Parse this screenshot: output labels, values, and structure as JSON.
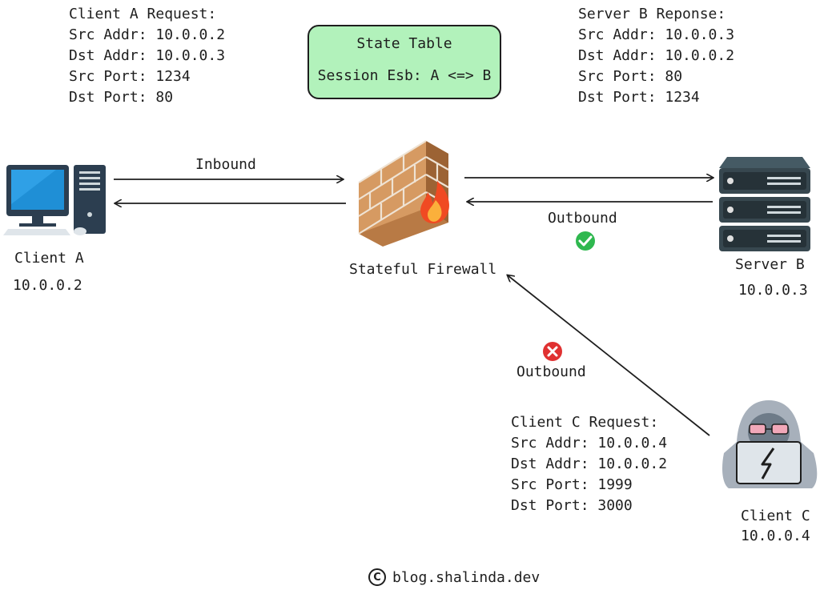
{
  "client_a": {
    "request_title": "Client A Request:",
    "src_addr": "Src Addr: 10.0.0.2",
    "dst_addr": "Dst Addr: 10.0.0.3",
    "src_port": "Src Port: 1234",
    "dst_port": "Dst Port: 80",
    "name": "Client A",
    "ip": "10.0.0.2"
  },
  "state_table": {
    "title": "State Table",
    "entry": "Session Esb: A <=> B"
  },
  "server_b": {
    "response_title": "Server B Reponse:",
    "src_addr": "Src Addr: 10.0.0.3",
    "dst_addr": "Dst Addr: 10.0.0.2",
    "src_port": "Src Port: 80",
    "dst_port": "Dst Port: 1234",
    "name": "Server B",
    "ip": "10.0.0.3"
  },
  "client_c": {
    "request_title": "Client C Request:",
    "src_addr": "Src Addr: 10.0.0.4",
    "dst_addr": "Dst Addr: 10.0.0.2",
    "src_port": "Src Port: 1999",
    "dst_port": "Dst Port: 3000",
    "name": "Client C",
    "ip": "10.0.0.4"
  },
  "firewall": {
    "label": "Stateful Firewall"
  },
  "flows": {
    "inbound_label": "Inbound",
    "outbound_allowed_label": "Outbound",
    "outbound_blocked_label": "Outbound"
  },
  "footer": {
    "text": "blog.shalinda.dev"
  },
  "colors": {
    "state_table_bg": "#b2f2bb",
    "allowed": "#2fb84f",
    "blocked": "#e03131",
    "brick": "#c98a52",
    "flame": "#f04a22",
    "monitor": "#1f8fd6",
    "server_body": "#37474f",
    "hacker_hood": "#a7b0bb"
  }
}
